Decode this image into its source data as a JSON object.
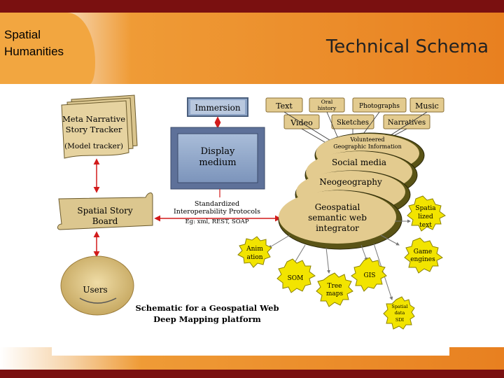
{
  "header": {
    "brand": "Spatial\nHumanities",
    "title": "Technical Schema"
  },
  "diagram": {
    "meta_narrative": [
      "Meta Narrative",
      "Story Tracker",
      "(Model tracker)"
    ],
    "immersion": "Immersion",
    "display": [
      "Display",
      "medium"
    ],
    "story_board": [
      "Spatial Story",
      "Board"
    ],
    "users": "Users",
    "protocols": [
      "Standardized",
      "Interoperability Protocols",
      "Eg: xml, REST, SOAP"
    ],
    "media_tags": {
      "text": "Text",
      "oral_history": [
        "Oral",
        "history"
      ],
      "photographs": "Photographs",
      "music": "Music",
      "video": "Video",
      "sketches": "Sketches",
      "narratives": "Narratives"
    },
    "layers": {
      "vgi": [
        "Volunteered",
        "Geographic Information"
      ],
      "social": "Social media",
      "neo": "Neogeography",
      "integrator": [
        "Geospatial",
        "semantic web",
        "integrator"
      ]
    },
    "bursts": {
      "animation": [
        "Anim",
        "ation"
      ],
      "som": "SOM",
      "tree_maps": [
        "Tree",
        "maps"
      ],
      "gis": "GIS",
      "spatial_data": [
        "Spatial",
        "data",
        "SDI"
      ],
      "game_engines": [
        "Game",
        "engines"
      ],
      "spatialized_text": [
        "Spatia",
        "lized",
        "text"
      ]
    },
    "caption": [
      "Schematic for a Geospatial Web",
      "Deep Mapping platform"
    ]
  },
  "colors": {
    "maroon": "#7a1010",
    "orange": "#e88020",
    "tan": "#e3cb8f",
    "olive_layer": "#5a5416",
    "burst": "#f2e400",
    "arrow_red": "#d21b1b",
    "display_blue": "#8fa6c8"
  }
}
